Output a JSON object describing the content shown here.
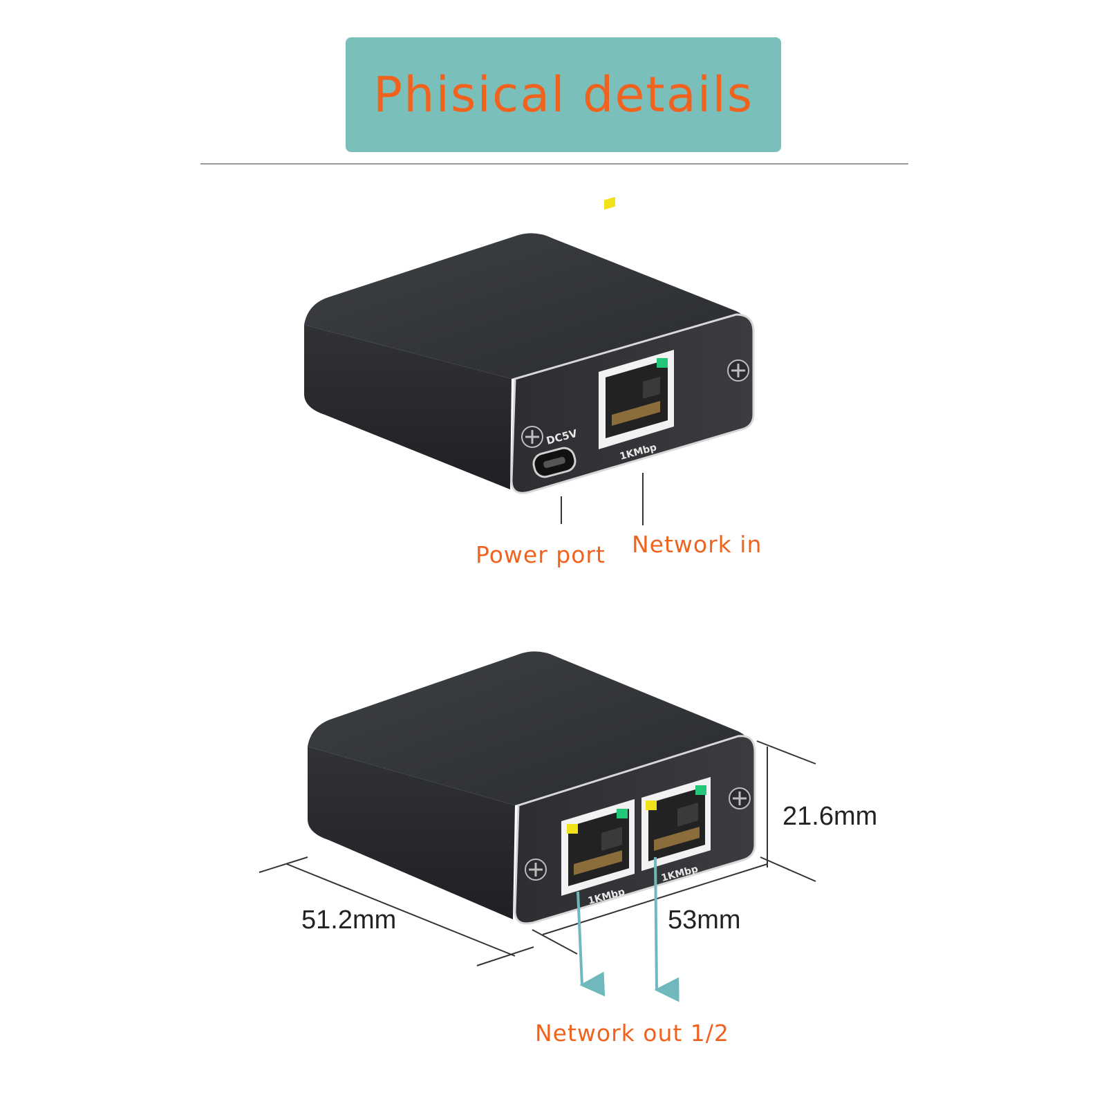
{
  "header": {
    "title": "Phisical details"
  },
  "device_top": {
    "power_port_marking": "DC5V",
    "port_speed_marking": "1KMbp",
    "callout_power": "Power port",
    "callout_network_in": "Network in"
  },
  "device_bottom": {
    "port1_speed_marking": "1KMbp",
    "port2_speed_marking": "1KMbp",
    "dim_depth": "51.2mm",
    "dim_width": "53mm",
    "dim_height": "21.6mm",
    "callout_network_out": "Network out 1/2"
  },
  "colors": {
    "title_bg": "#7bbfbb",
    "accent_orange": "#f0631f",
    "arrow_teal": "#6fb9bd",
    "led_yellow": "#f2e21a",
    "led_green": "#22c77a",
    "body_dark": "#2b2d30"
  }
}
